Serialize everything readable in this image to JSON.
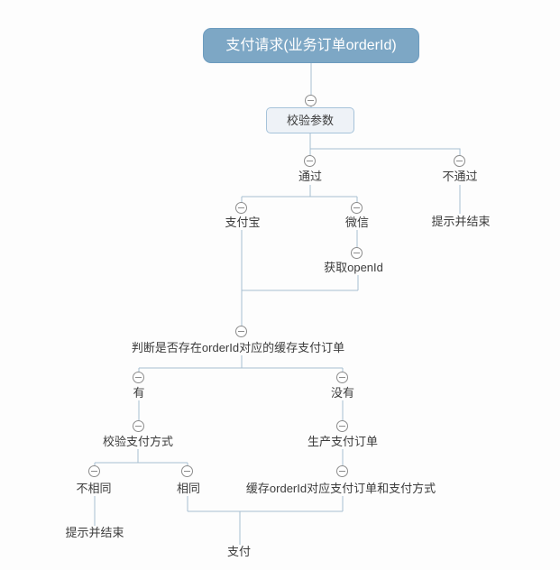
{
  "mindmap": {
    "root_label": "支付请求(业务订单orderId)",
    "nodes": {
      "validate_params": "校验参数",
      "pass": "通过",
      "no_pass": "不通过",
      "no_pass_end": "提示并结束",
      "alipay": "支付宝",
      "wechat": "微信",
      "get_openid": "获取openId",
      "judge_cached_order": "判断是否存在orderId对应的缓存支付订单",
      "yes": "有",
      "no": "没有",
      "check_pay_method": "校验支付方式",
      "create_pay_order": "生产支付订单",
      "different": "不相同",
      "same": "相同",
      "cache_order": "缓存orderId对应支付订单和支付方式",
      "different_end": "提示并结束",
      "pay": "支付"
    },
    "icons": {
      "collapse_symbol": "minus-circle"
    },
    "colors": {
      "branch_line": "#a7bfd1",
      "collapse_icon": "#8c8c8c",
      "label_text": "#3c3c3c",
      "root_fill": "#7da7c5",
      "root_border": "#6d9cbf",
      "root_text": "#ffffff",
      "box_fill": "#eef2f7",
      "box_border": "#a6c3da"
    }
  }
}
